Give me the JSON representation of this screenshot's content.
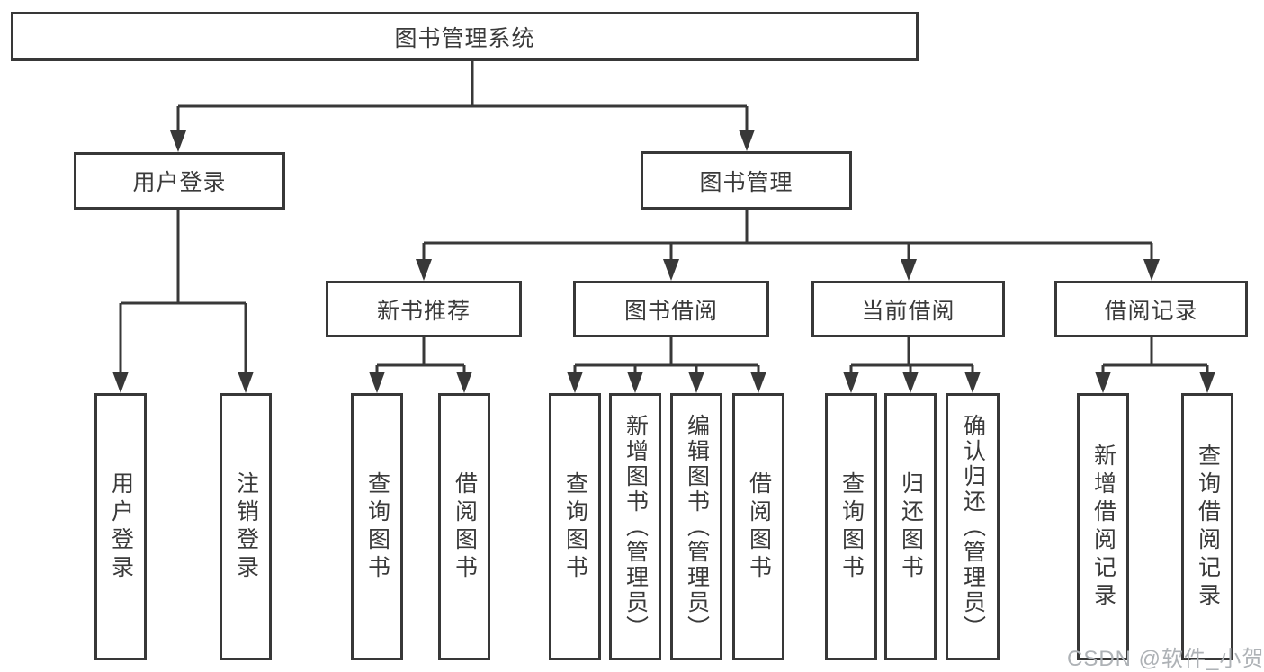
{
  "tree": {
    "label": "图书管理系统",
    "children": [
      {
        "label": "用户登录",
        "children": [
          {
            "label": "用户登录"
          },
          {
            "label": "注销登录"
          }
        ]
      },
      {
        "label": "图书管理",
        "children": [
          {
            "label": "新书推荐",
            "children": [
              {
                "label": "查询图书"
              },
              {
                "label": "借阅图书"
              }
            ]
          },
          {
            "label": "图书借阅",
            "children": [
              {
                "label": "查询图书"
              },
              {
                "label": "新增图书（管理员）"
              },
              {
                "label": "编辑图书（管理员）"
              },
              {
                "label": "借阅图书"
              }
            ]
          },
          {
            "label": "当前借阅",
            "children": [
              {
                "label": "查询图书"
              },
              {
                "label": "归还图书"
              },
              {
                "label": "确认归还（管理员）"
              }
            ]
          },
          {
            "label": "借阅记录",
            "children": [
              {
                "label": "新增借阅记录"
              },
              {
                "label": "查询借阅记录"
              }
            ]
          }
        ]
      }
    ]
  },
  "watermark": {
    "text": "CSDN @软件_小贺同学",
    "color": "#aeb2b6"
  },
  "colors": {
    "line": "#383838",
    "text": "#3a3a3a",
    "background": "#ffffff"
  }
}
